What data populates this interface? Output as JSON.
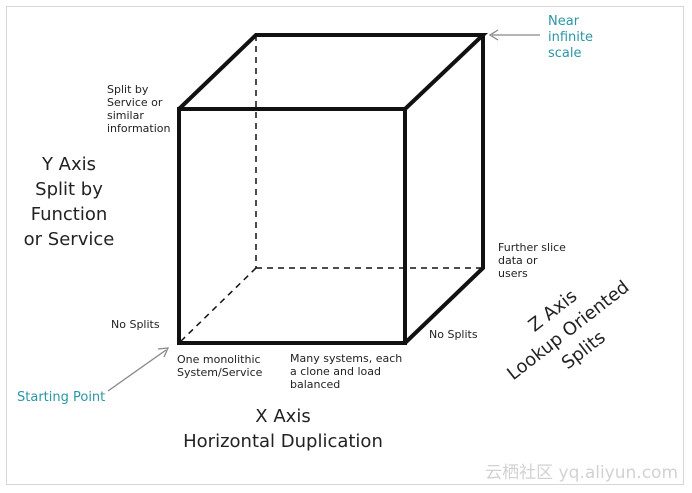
{
  "cube_labels": {
    "top_left": "Split by Service or similar information",
    "top_right": "Near infinite scale",
    "bottom_left": "No Splits",
    "origin": "One monolithic System/Service",
    "x_mid": "Many systems, each a clone and load balanced",
    "right_mid": "Further slice data or users",
    "bottom_right": "No Splits",
    "starting_point": "Starting Point"
  },
  "y_axis": {
    "name": "Y Axis",
    "desc_lines": [
      "Split by",
      "Function",
      "or Service"
    ]
  },
  "x_axis": {
    "name": "X Axis",
    "desc": "Horizontal Duplication"
  },
  "z_axis": {
    "name": "Z Axis",
    "desc": "Lookup Oriented Splits"
  },
  "watermark": "云栖社区 yq.aliyun.com",
  "colors": {
    "accent": "#2a97a6",
    "lines": "#111111",
    "arrow": "#888888"
  }
}
